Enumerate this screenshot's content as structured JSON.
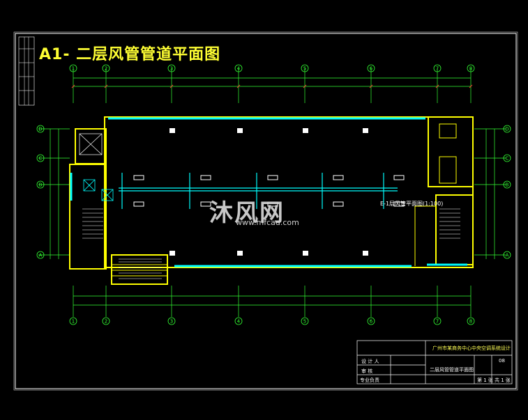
{
  "drawing": {
    "title": "A1- 二层风管管道平面图",
    "scale_note": "E-1层风管平面图(1:100)"
  },
  "title_block": {
    "project": "广州市某商务中心中央空调系统设计",
    "row_designer": "设 计 人",
    "row_checker": "审 核",
    "row_approver": "专业负责",
    "sheet_no": "08",
    "drawing_name": "二层风管管道平面图",
    "sheet_label_a": "第 1 张",
    "sheet_label_b": "共 1 张"
  },
  "watermark": {
    "logo": "沐风网",
    "url": "www.mfcad.com"
  },
  "colors": {
    "background": "#000000",
    "wall": "#ffff00",
    "duct": "#00ffff",
    "axis": "#33ff33",
    "dimension": "#33ff33",
    "text": "#ffffff",
    "title": "#ffff33"
  },
  "grid_axes": {
    "top": [
      "1",
      "2",
      "3",
      "4",
      "5",
      "6",
      "7",
      "8"
    ],
    "left": [
      "A",
      "B",
      "C",
      "D"
    ]
  }
}
